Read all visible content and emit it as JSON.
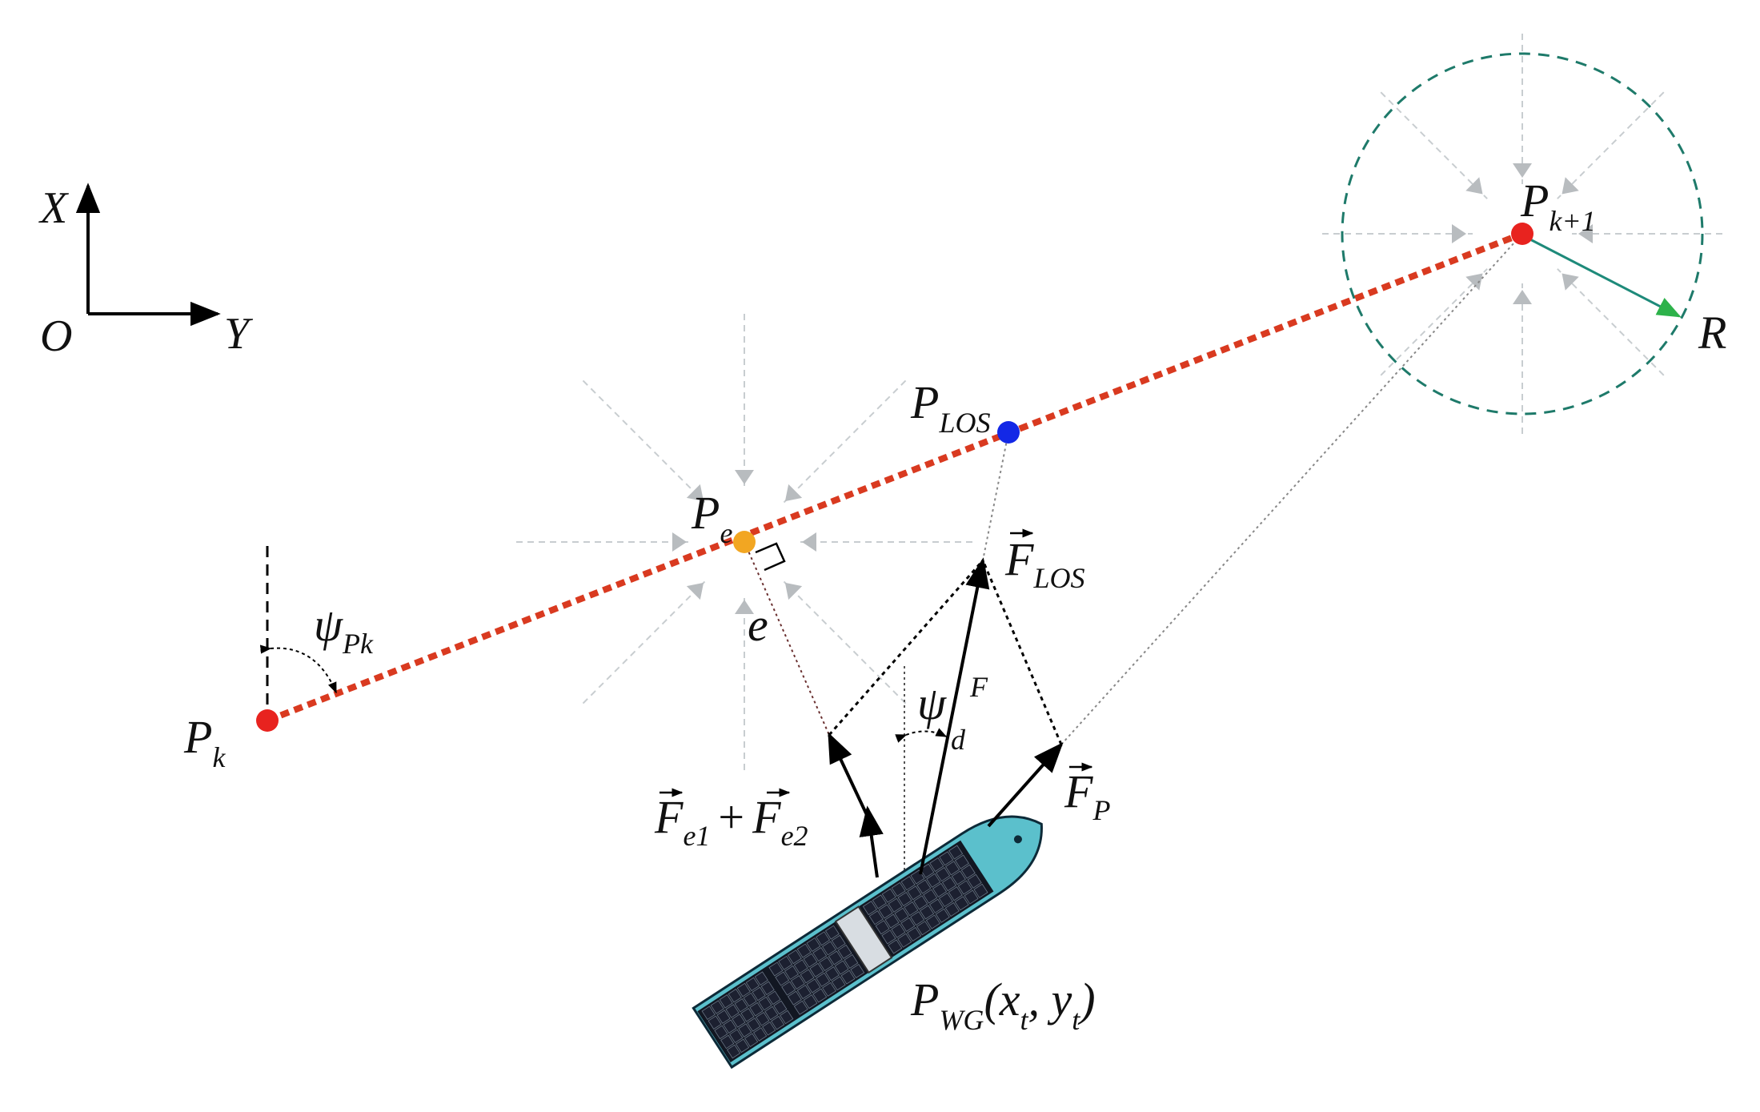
{
  "axes": {
    "x": "X",
    "y": "Y",
    "origin": "O"
  },
  "points": {
    "pk": {
      "main": "P",
      "sub": "k",
      "color": "#e8231f"
    },
    "pk1": {
      "main": "P",
      "sub": "k+1",
      "color": "#e8231f"
    },
    "pe": {
      "main": "P",
      "sub": "e",
      "color": "#f2a622"
    },
    "plos": {
      "main": "P",
      "sub": "LOS",
      "color": "#1328e6"
    },
    "pwg": {
      "main": "P",
      "sub": "WG",
      "args_open": "(x",
      "args_sub1": "t",
      "args_mid": ", y",
      "args_sub2": "t",
      "args_close": ")"
    }
  },
  "angles": {
    "psi_pk": {
      "main": "ψ",
      "sub": "Pk"
    },
    "psi_d": {
      "main": "ψ",
      "sub": "d",
      "sup": "F"
    }
  },
  "forces": {
    "flos": {
      "main": "F",
      "sub": "LOS"
    },
    "fp": {
      "main": "F",
      "sub": "P"
    },
    "fe": {
      "main1": "F",
      "sub1": "e1",
      "op": "+",
      "main2": "F",
      "sub2": "e2"
    }
  },
  "labels": {
    "e": "e",
    "R": "R"
  },
  "colors": {
    "path": "#d93a20",
    "circle": "#1e7a6a",
    "radius": "#1e8a7a",
    "radius_head": "#2db24a",
    "hull": "#5bc0cc",
    "panel": "#1c2030"
  }
}
